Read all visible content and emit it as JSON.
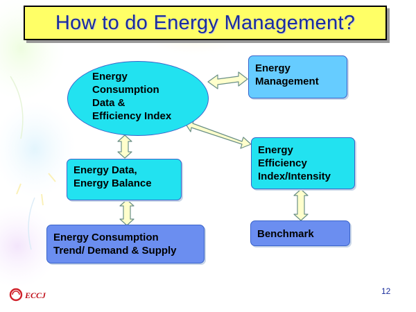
{
  "title": "How to do Energy Management?",
  "nodes": {
    "ellipse": "Energy\nConsumption\nData &\nEfficiency Index",
    "management": "Energy\nManagement",
    "data_balance": "Energy Data,\nEnergy Balance",
    "efficiency": "Energy\nEfficiency\nIndex/Intensity",
    "trend": "Energy Consumption\nTrend/ Demand & Supply",
    "benchmark": "Benchmark"
  },
  "footer": {
    "logo_text": "ECCJ",
    "page_number": "12"
  },
  "colors": {
    "title_bg": "#ffff66",
    "title_text": "#1a2d9c",
    "cyan": "#22e2f0",
    "light_blue": "#66ccff",
    "medium_blue": "#6b8ef0",
    "arrow_fill": "#ffffcc"
  }
}
